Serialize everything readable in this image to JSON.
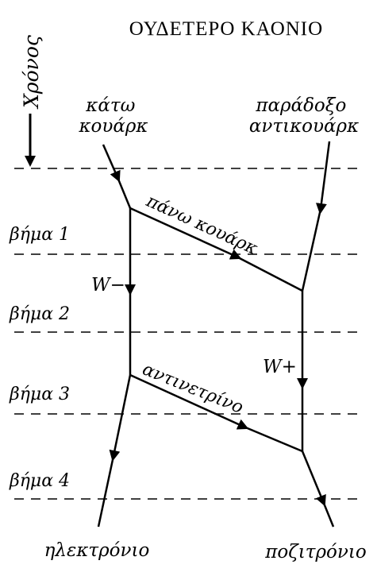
{
  "title": "ΟΥΔΕΤΕΡΟ ΚΑΟΝΙΟ",
  "time_axis": {
    "label": "Χρόνος"
  },
  "particles": {
    "down_quark": [
      "κάτω",
      "κουάρκ"
    ],
    "strange_antiquark": [
      "παράδοξο",
      "αντικουάρκ"
    ],
    "up_quark": "πάνω κουάρκ",
    "antineutrino": "αντινετρίνο",
    "electron": "ηλεκτρόνιο",
    "positron": "ποζιτρόνιο"
  },
  "bosons": {
    "w_minus": "W−",
    "w_plus": "W+"
  },
  "steps": [
    "βήμα 1",
    "βήμα 2",
    "βήμα 3",
    "βήμα 4"
  ]
}
